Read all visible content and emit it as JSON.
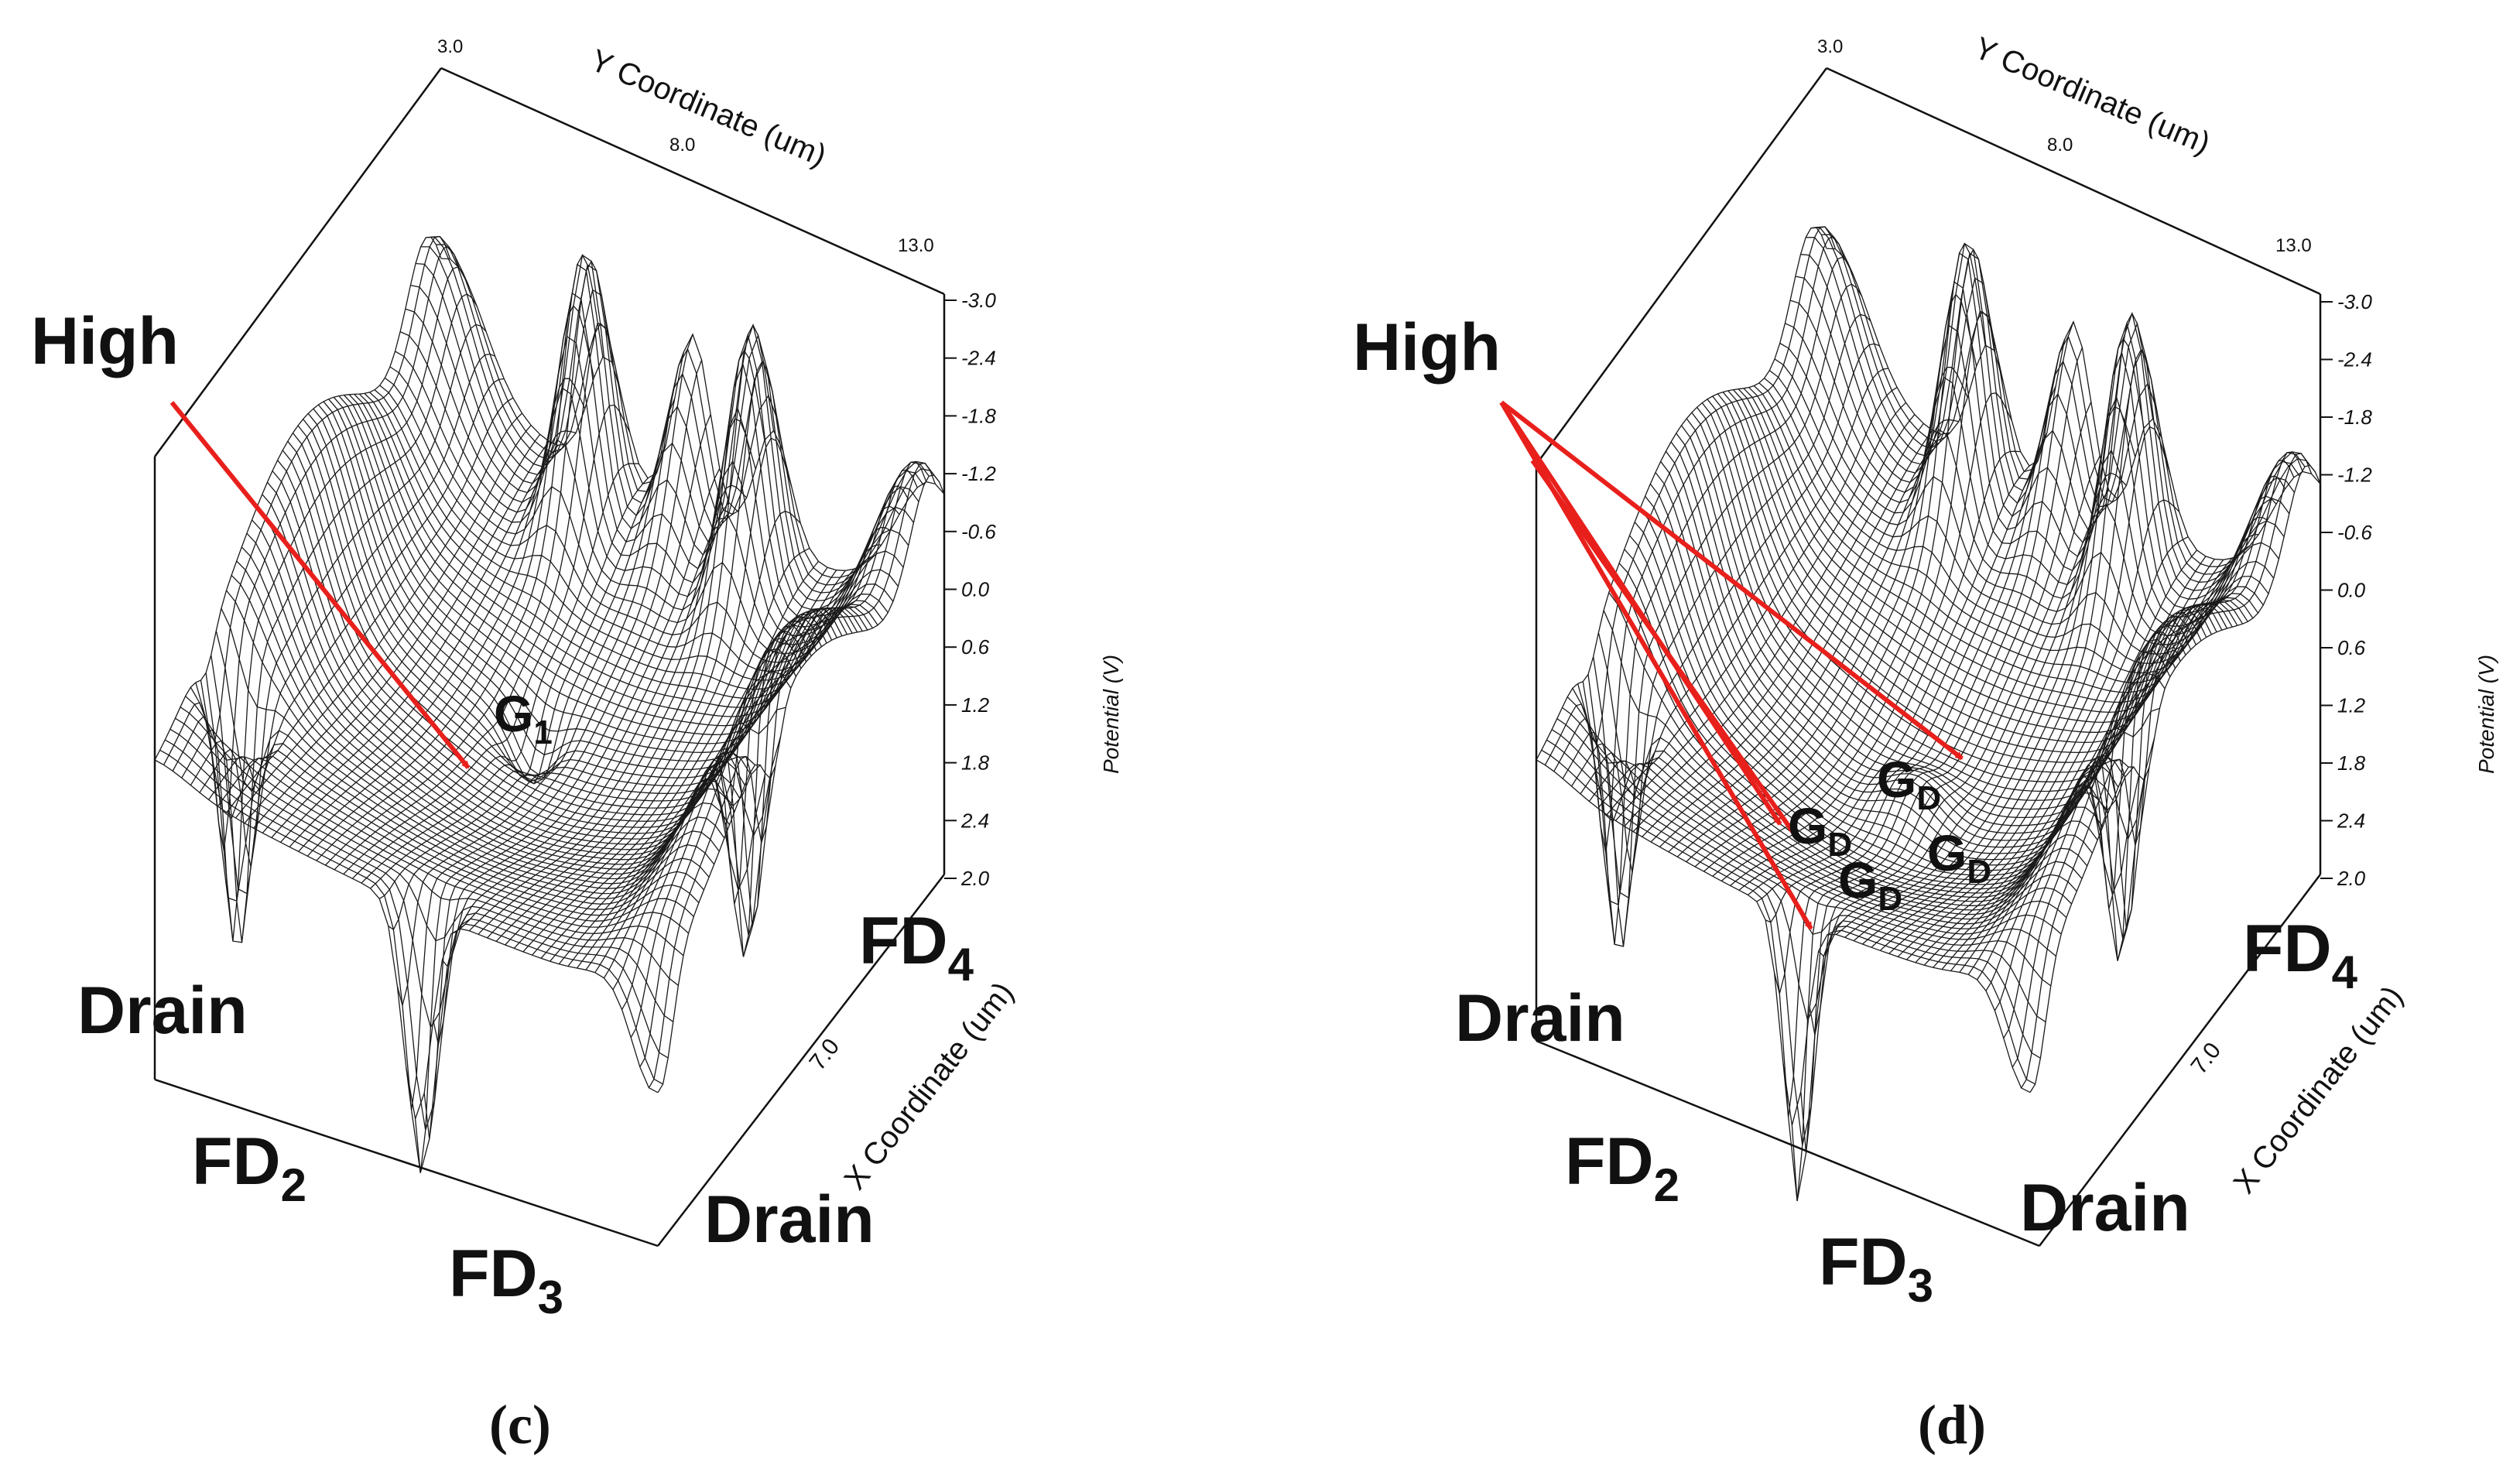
{
  "panels": [
    {
      "id": "c",
      "caption": "(c)",
      "y_axis_title": "Y Coordinate (um)",
      "x_axis_title": "X Coordinate (um)",
      "z_axis_title": "Potential (V)",
      "y_ticks": [
        "3.0",
        "8.0",
        "13.0"
      ],
      "x_ticks": [
        "7.0"
      ],
      "z_ticks": [
        "-3.0",
        "-2.4",
        "-1.8",
        "-1.2",
        "-0.6",
        "0.0",
        "0.6",
        "1.2",
        "1.8",
        "2.4",
        "2.0"
      ],
      "labels": {
        "high": "High",
        "drain_left": "Drain",
        "drain_right": "Drain",
        "fd2": "FD",
        "fd2_sub": "2",
        "fd3": "FD",
        "fd3_sub": "3",
        "fd4": "FD",
        "fd4_sub": "4",
        "g1": "G",
        "g1_sub": "1"
      }
    },
    {
      "id": "d",
      "caption": "(d)",
      "y_axis_title": "Y Coordinate (um)",
      "x_axis_title": "X Coordinate (um)",
      "z_axis_title": "Potential (V)",
      "y_ticks": [
        "3.0",
        "8.0",
        "13.0"
      ],
      "x_ticks": [
        "7.0"
      ],
      "z_ticks": [
        "-3.0",
        "-2.4",
        "-1.8",
        "-1.2",
        "-0.6",
        "0.0",
        "0.6",
        "1.2",
        "1.8",
        "2.4",
        "2.0"
      ],
      "labels": {
        "high": "High",
        "drain_left": "Drain",
        "drain_right": "Drain",
        "fd2": "FD",
        "fd2_sub": "2",
        "fd3": "FD",
        "fd3_sub": "3",
        "fd4": "FD",
        "fd4_sub": "4",
        "gd": "G",
        "gd_sub": "D"
      }
    }
  ],
  "colors": {
    "arrow": "#e8201c",
    "ink": "#111111"
  }
}
